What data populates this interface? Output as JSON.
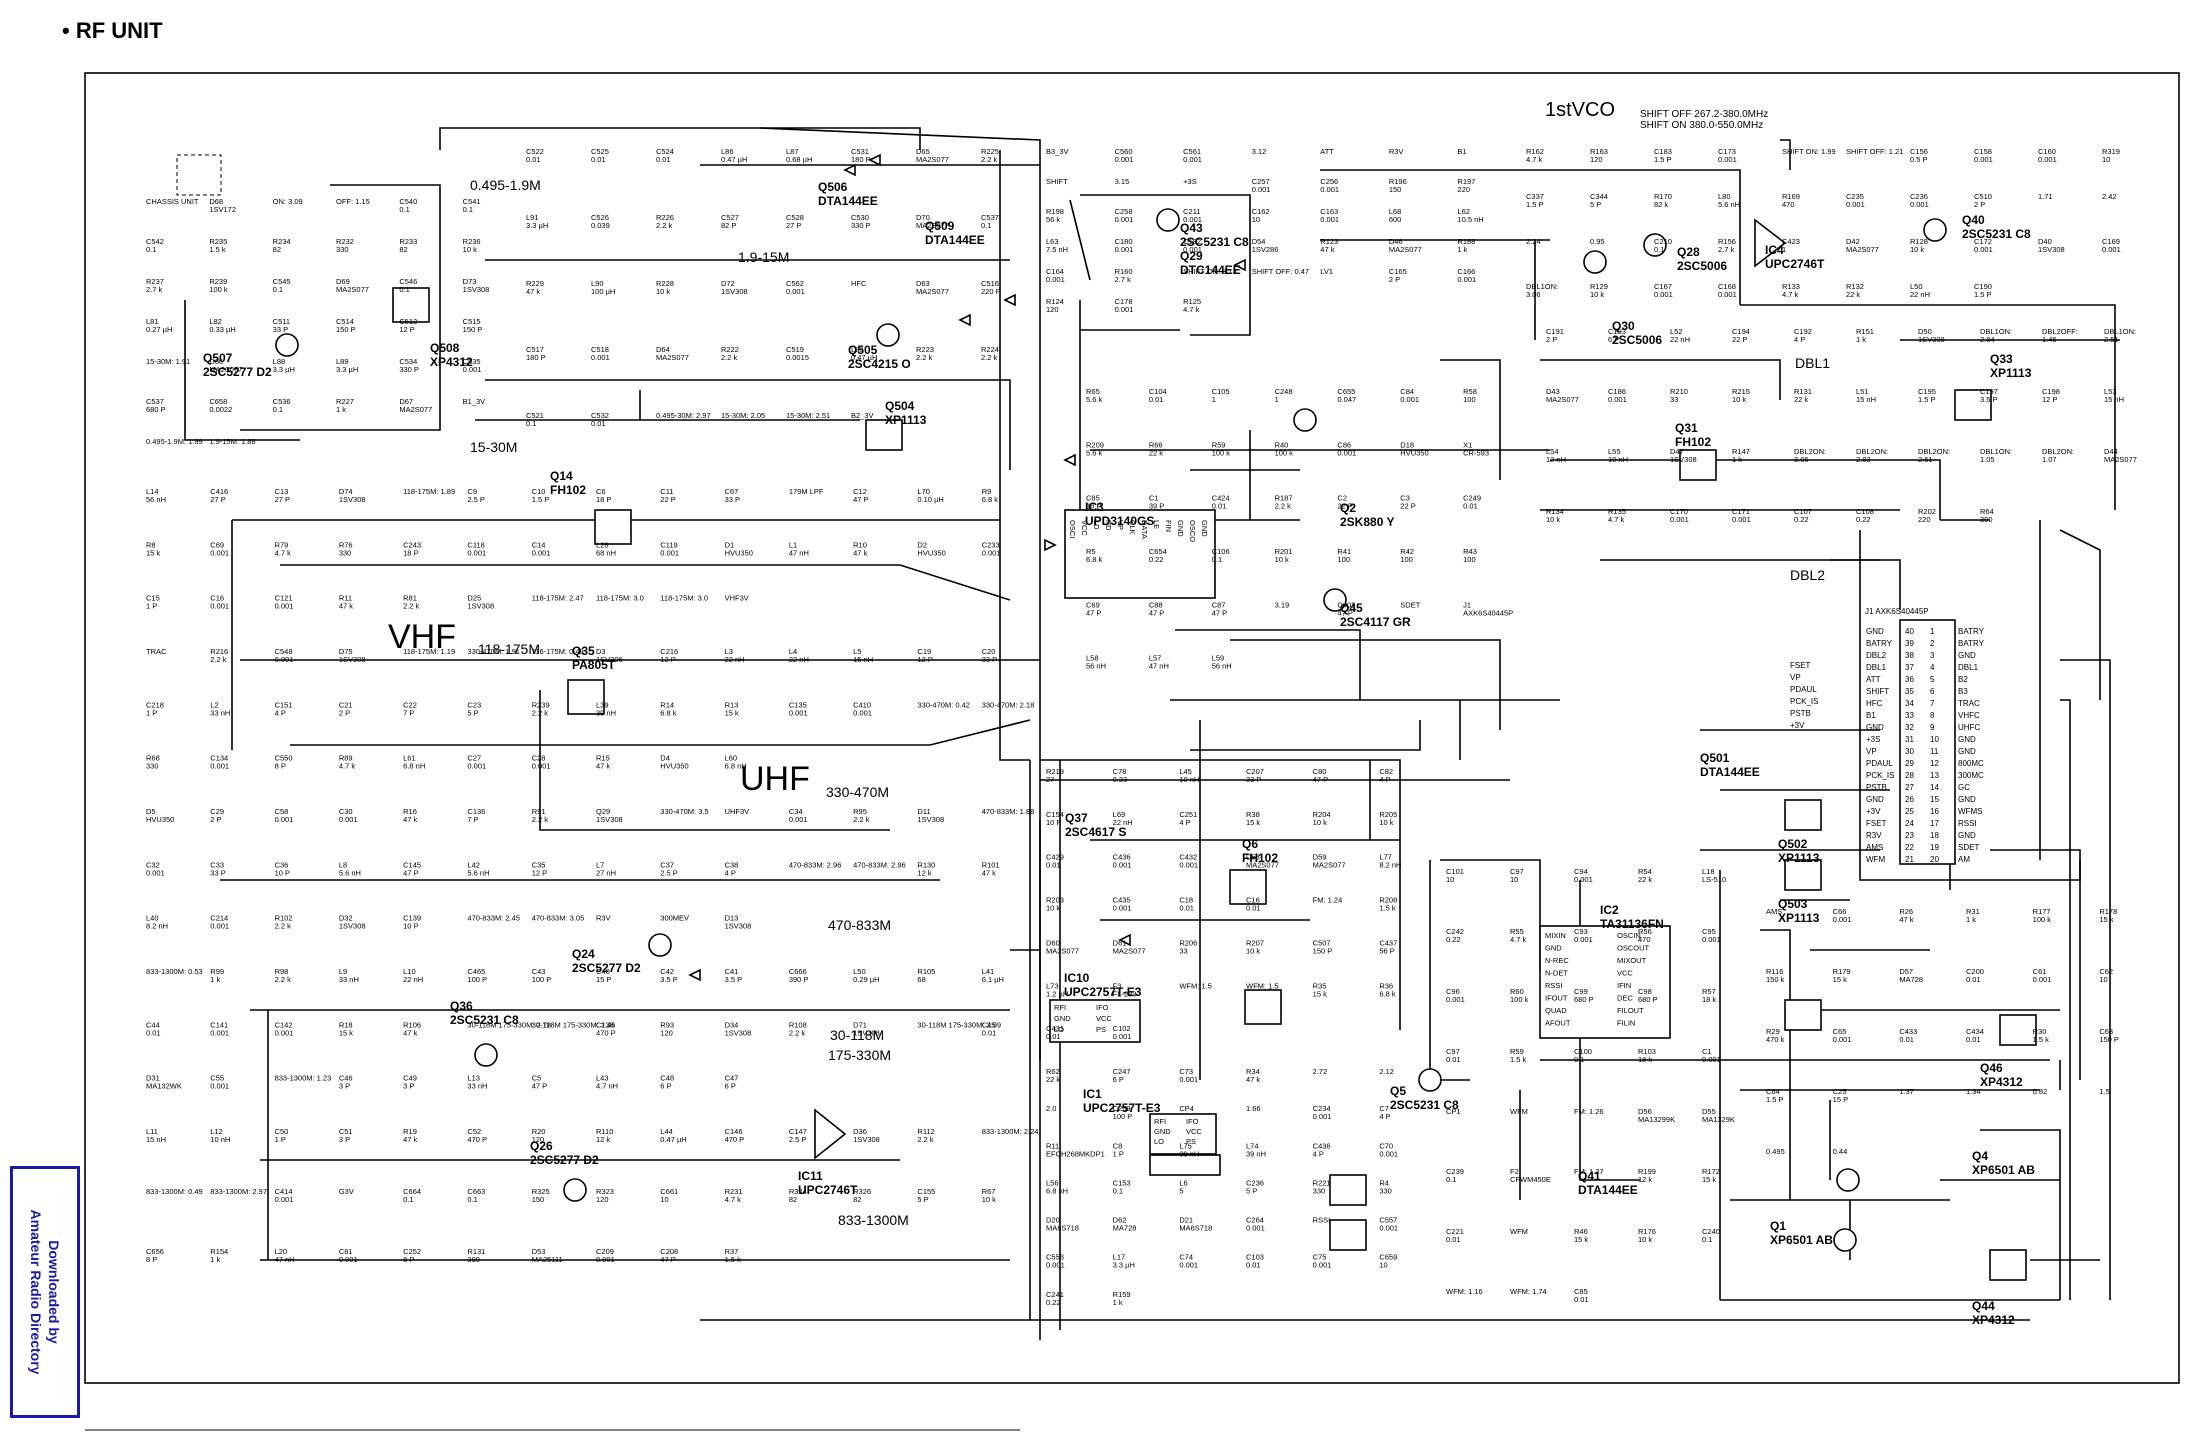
{
  "page": {
    "title": "• RF UNIT",
    "watermark": [
      "Downloaded by",
      "Amateur Radio Directory"
    ]
  },
  "sections": [
    {
      "text": "1stVCO",
      "size": 20
    },
    {
      "text": "SHIFT OFF 267.2-380.0MHz",
      "size": 10
    },
    {
      "text": "SHIFT ON  380.0-550.0MHz",
      "size": 10
    },
    {
      "text": "0.495-1.9M",
      "size": 14
    },
    {
      "text": "1.9-15M",
      "size": 14
    },
    {
      "text": "15-30M",
      "size": 14
    },
    {
      "text": "VHF",
      "size": 34
    },
    {
      "text": "118-175M",
      "size": 14
    },
    {
      "text": "UHF",
      "size": 34
    },
    {
      "text": "330-470M",
      "size": 14
    },
    {
      "text": "470-833M",
      "size": 14
    },
    {
      "text": "30-118M",
      "size": 14
    },
    {
      "text": "175-330M",
      "size": 14
    },
    {
      "text": "833-1300M",
      "size": 14
    },
    {
      "text": "DBL1",
      "size": 14
    },
    {
      "text": "DBL2",
      "size": 14
    }
  ],
  "parts": [
    {
      "ref": "Q507",
      "val": "2SC5277 D2"
    },
    {
      "ref": "Q508",
      "val": "XP4312"
    },
    {
      "ref": "Q506",
      "val": "DTA144EE"
    },
    {
      "ref": "Q509",
      "val": "DTA144EE"
    },
    {
      "ref": "Q505",
      "val": "2SC4215 O"
    },
    {
      "ref": "Q504",
      "val": "XP1113"
    },
    {
      "ref": "Q43",
      "val": "2SC5231 C8"
    },
    {
      "ref": "Q29",
      "val": "DTC144EE"
    },
    {
      "ref": "Q28",
      "val": "2SC5006"
    },
    {
      "ref": "Q30",
      "val": "2SC5006"
    },
    {
      "ref": "IC4",
      "val": "UPC2746T"
    },
    {
      "ref": "Q40",
      "val": "2SC5231 C8"
    },
    {
      "ref": "Q33",
      "val": "XP1113"
    },
    {
      "ref": "Q31",
      "val": "FH102"
    },
    {
      "ref": "IC3",
      "val": "UPD3140GS"
    },
    {
      "ref": "Q2",
      "val": "2SK880 Y"
    },
    {
      "ref": "Q45",
      "val": "2SC4117 GR"
    },
    {
      "ref": "Q14",
      "val": "FH102"
    },
    {
      "ref": "Q35",
      "val": "PA805T"
    },
    {
      "ref": "Q24",
      "val": "2SC5277 D2"
    },
    {
      "ref": "Q36",
      "val": "2SC5231 C8"
    },
    {
      "ref": "Q26",
      "val": "2SC5277 D2"
    },
    {
      "ref": "IC11",
      "val": "UPC2746T"
    },
    {
      "ref": "Q37",
      "val": "2SC4617 S"
    },
    {
      "ref": "Q6",
      "val": "FH102"
    },
    {
      "ref": "IC10",
      "val": "UPC2757T-E3"
    },
    {
      "ref": "IC1",
      "val": "UPC2757T-E3"
    },
    {
      "ref": "Q5",
      "val": "2SC5231 C8"
    },
    {
      "ref": "IC2",
      "val": "TA31136FN"
    },
    {
      "ref": "Q41",
      "val": "DTA144EE"
    },
    {
      "ref": "Q501",
      "val": "DTA144EE"
    },
    {
      "ref": "Q502",
      "val": "XP1113"
    },
    {
      "ref": "Q503",
      "val": "XP1113"
    },
    {
      "ref": "Q46",
      "val": "XP4312"
    },
    {
      "ref": "Q4",
      "val": "XP6501 AB"
    },
    {
      "ref": "Q1",
      "val": "XP6501 AB"
    },
    {
      "ref": "Q44",
      "val": "XP4312"
    }
  ],
  "labels": [
    "CHASSIS UNIT",
    "D68 1SV172",
    "ON: 3.09",
    "OFF: 1.15",
    "C540 0.1",
    "C541 0.1",
    "C542 0.1",
    "R235 1.5 k",
    "R234 82",
    "R232 330",
    "R233 82",
    "R236 10 k",
    "R237 2.7 k",
    "R239 100 k",
    "C545 0.1",
    "D69 MA2S077",
    "C546 0.1",
    "D73 1SV308",
    "L81 0.27 µH",
    "L82 0.33 µH",
    "C511 33 P",
    "C514 150 P",
    "C512 12 P",
    "C515 150 P",
    "15-30M: 1.91",
    "D66 MA2S077",
    "L88 3.3 µH",
    "L89 3.3 µH",
    "C534 330 P",
    "C535 0.001",
    "C537 680 P",
    "C658 0.0022",
    "C536 0.1",
    "R227 1 k",
    "D67 MA2S077",
    "B1_3V",
    "0.495-1.9M: 1.99",
    "1.9-15M: 1.88",
    "C522 0.01",
    "C525 0.01",
    "C524 0.01",
    "L86 0.47 µH",
    "L87 0.68 µH",
    "C531 180 P",
    "D65 MA2S077",
    "R225 2.2 k",
    "L91 3.3 µH",
    "C526 0.039",
    "R226 2.2 k",
    "C527 82 P",
    "C528 27 P",
    "C530 330 P",
    "D70 MA2S077",
    "C537 0.1",
    "R229 47 k",
    "L90 100 µH",
    "R228 10 k",
    "D72 1SV308",
    "C562 0.001",
    "HFC",
    "D63 MA2S077",
    "C516 220 P",
    "C517 180 P",
    "C518 0.001",
    "D64 MA2S077",
    "R222 2.2 k",
    "C519 0.0015",
    "L83 0.47 µH",
    "R223 2.2 k",
    "R224 2.2 k",
    "C521 0.1",
    "C532 0.01",
    "0.495-30M: 2.97",
    "15-30M: 2.05",
    "15-30M: 2.51",
    "B2_3V",
    "B3_3V",
    "C560 0.001",
    "C561 0.001",
    "3.12",
    "ATT",
    "R3V",
    "B1",
    "SHIFT",
    "3.15",
    "+3S",
    "C257 0.001",
    "C256 0.001",
    "R196 150",
    "R197 220",
    "R198 56 k",
    "C258 0.001",
    "C211 0.001",
    "C162 10",
    "C163 0.001",
    "L68 600",
    "L62 10.5 nH",
    "L63 7.5 nH",
    "C180 0.001",
    "C182 0.001",
    "D54 1SV286",
    "R123 47 k",
    "D46 MA2S077",
    "R188 1 k",
    "C164 0.001",
    "R160 2.7 k",
    "SHIFT ON: 3.13",
    "SHIFT OFF: 0.47",
    "LV1",
    "C165 2 P",
    "C166 0.001",
    "R124 120",
    "C178 0.001",
    "R125 4.7 k",
    "R162 4.7 k",
    "R163 120",
    "C183 1.5 P",
    "C173 0.001",
    "SHIFT ON: 1.99",
    "SHIFT OFF: 1.21",
    "C156 0.5 P",
    "C158 0.001",
    "C160 0.001",
    "R319 10",
    "C337 1.5 P",
    "C344 5 P",
    "R170 82 k",
    "L80 5.6 nH",
    "R169 470",
    "C235 0.001",
    "C236 0.001",
    "C510 2 P",
    "1.71",
    "2.42",
    "2.24",
    "0.95",
    "C210 0.1",
    "R156 2.7 k",
    "C423 1",
    "D42 MA2S077",
    "R128 10 k",
    "C172 0.001",
    "D40 1SV308",
    "C169 0.001",
    "DBL1ON: 3.06",
    "R129 10 k",
    "C167 0.001",
    "C168 0.001",
    "R133 4.7 k",
    "R132 22 k",
    "L50 22 nH",
    "C190 1.5 P",
    "C191 2 P",
    "C193 6 P",
    "L52 22 nH",
    "C194 22 P",
    "C192 4 P",
    "R151 1 k",
    "D50 1SV308",
    "DBL1ON: 2.84",
    "DBL2OFF: 1.46",
    "DBL1ON: 2.51",
    "D43 MA2S077",
    "C186 0.001",
    "R210 33",
    "R215 10 k",
    "R131 22 k",
    "L51 15 nH",
    "C195 1.5 P",
    "C197 3.5 P",
    "C198 12 P",
    "L53 15 nH",
    "L54 12 nH",
    "L55 10 nH",
    "D47 1SV308",
    "R147 1 k",
    "DBL2ON: 3.06",
    "DBL2ON: 2.83",
    "DBL2ON: 2.61",
    "DBL1ON: 1.05",
    "DBL2ON: 1.07",
    "D44 MA2S077",
    "R134 10 k",
    "R135 4.7 k",
    "C170 0.001",
    "C171 0.001",
    "C107 0.22",
    "C108 0.22",
    "R202 220",
    "R64 390",
    "R65 5.6 k",
    "C104 0.01",
    "C105 1",
    "C248 1",
    "C655 0.047",
    "C84 0.001",
    "R58 100",
    "R209 5.6 k",
    "R66 22 k",
    "R59 100 k",
    "R40 100 k",
    "C86 0.001",
    "D18 HVU350",
    "X1 CR-593",
    "C85 18 P",
    "C1 39 P",
    "C424 0.01",
    "R187 2.2 k",
    "C2 22 P",
    "C3 22 P",
    "C249 0.01",
    "R5 6.8 k",
    "C654 0.22",
    "C106 0.1",
    "R201 10 k",
    "R41 100",
    "R42 100",
    "R43 100",
    "C69 47 P",
    "C88 47 P",
    "C87 47 P",
    "3.19",
    "C402 47 P",
    "SDET",
    "J1 AXK6S40445P",
    "L58 56 nH",
    "L57 47 nH",
    "L59 56 nH",
    "L14 56 nH",
    "C416 27 P",
    "C13 27 P",
    "D74 1SV308",
    "118-175M: 1.89",
    "C9 2.5 P",
    "C10 1.5 P",
    "C6 18 P",
    "C11 22 P",
    "C67 33 P",
    "179M LPF",
    "C12 47 P",
    "L70 0.10 µH",
    "R9 6.8 k",
    "R8 15 k",
    "C69 0.001",
    "R79 4.7 k",
    "R76 330",
    "C243 18 P",
    "C118 0.001",
    "C14 0.001",
    "L28 68 nH",
    "C119 0.001",
    "D1 HVU350",
    "L1 47 nH",
    "R10 47 k",
    "D2 HVU350",
    "C233 0.001",
    "C15 1 P",
    "C16 0.001",
    "C121 0.001",
    "R11 47 k",
    "R81 2.2 k",
    "D25 1SV308",
    "118-175M: 2.47",
    "118-175M: 3.0",
    "118-175M: 3.0",
    "VHF3V",
    "TRAC",
    "R216 2.2 k",
    "C548 0.001",
    "D75 1SV308",
    "118-175M: 1.19",
    "330-470M: 1.91",
    "116-175M: 0.49",
    "D3 1SV306",
    "C216 12 P",
    "L3 22 nH",
    "L4 22 nH",
    "L5 15 nH",
    "C19 12 P",
    "C20 33 P",
    "C218 1 P",
    "L2 33 nH",
    "C151 4 P",
    "C21 2 P",
    "C22 7 P",
    "C23 5 P",
    "R239 2.2 k",
    "L39 39 nH",
    "R14 6.8 k",
    "R13 15 k",
    "C135 0.001",
    "C410 0.001",
    "330-470M: 0.42",
    "330-470M: 2.18",
    "R68 330",
    "C134 0.001",
    "C550 8 P",
    "R89 4.7 k",
    "L61 6.8 nH",
    "C27 0.001",
    "C28 0.001",
    "R15 47 k",
    "D4 HVU350",
    "L60 6.8 nH",
    "D5 HVU350",
    "C29 2 P",
    "C58 0.001",
    "C30 0.001",
    "R16 47 k",
    "C136 7 P",
    "R91 2.2 k",
    "Q29 1SV308",
    "330-470M: 3.5",
    "UHF3V",
    "C34 0.001",
    "R95 2.2 k",
    "D11 1SV308",
    "470-833M: 1.88",
    "C32 0.001",
    "C33 33 P",
    "C36 10 P",
    "L8 5.6 nH",
    "C145 47 P",
    "L42 5.6 nH",
    "C35 12 P",
    "L7 27 nH",
    "C37 2.5 P",
    "C38 4 P",
    "470-833M: 2.96",
    "470-833M: 2.96",
    "R130 12 k",
    "R101 47 k",
    "L40 8.2 nH",
    "C214 0.001",
    "R102 2.2 k",
    "D32 1SV308",
    "C139 10 P",
    "470-833M: 2.45",
    "470-833M: 3.05",
    "R3V",
    "300MEV",
    "D13 1SV308",
    "833-1300M: 0.53",
    "R99 1 k",
    "R98 2.2 k",
    "L9 33 nH",
    "L10 22 nH",
    "C465 100 P",
    "C43 100 P",
    "C40 15 P",
    "C42 3.5 P",
    "C41 3.5 P",
    "C666 390 P",
    "L50 0.29 µH",
    "R105 68",
    "L41 6.1 µH",
    "C44 0.01",
    "C141 0.001",
    "C142 0.001",
    "R18 15 k",
    "R106 47 k",
    "30-118M 175-330M: 2.78",
    "30-118M 175-330M: 2.46",
    "C138 470 P",
    "R93 120",
    "D34 1SV308",
    "R108 2.2 k",
    "D71 1SV308",
    "30-118M 175-330M: 2.99",
    "C45 0.01",
    "D31 MA132WK",
    "C55 0.001",
    "833-1300M: 1.23",
    "C46 3 P",
    "C49 3 P",
    "L13 33 nH",
    "C5 47 P",
    "L43 4.7 nH",
    "C48 6 P",
    "C47 6 P",
    "L11 15 nH",
    "L12 10 nH",
    "C50 1 P",
    "C51 3 P",
    "R19 47 k",
    "C52 470 P",
    "R20 120",
    "R110 12 k",
    "L44 0.47 µH",
    "C146 470 P",
    "C147 2.5 P",
    "D36 1SV308",
    "R112 2.2 k",
    "833-1300M: 2.24",
    "833-1300M: 0.49",
    "833-1300M: 2.97",
    "C414 0.001",
    "G3V",
    "C664 0.1",
    "C663 0.1",
    "R325 150",
    "R323 120",
    "C661 10",
    "R231 4.7 k",
    "R324 82",
    "R326 82",
    "C155 5 P",
    "R67 10 k",
    "C656 8 P",
    "R154 1 k",
    "L20 47 nH",
    "C81 0.001",
    "C252 8 P",
    "R131 390",
    "D53 MA25111",
    "C209 0.001",
    "C208 47 P",
    "R37 1.5 k",
    "R219 27",
    "C78 0.33",
    "L45 10 nH",
    "C207 33 P",
    "C80 47 P",
    "C82 4 P",
    "C154 10 P",
    "L69 22 nH",
    "C251 4 P",
    "R38 15 k",
    "R204 10 k",
    "R205 10 k",
    "C429 0.01",
    "C436 0.001",
    "C432 0.001",
    "D58 MA2S077",
    "D59 MA2S077",
    "L77 8.2 nH",
    "R203 10 k",
    "C435 0.001",
    "C18 0.01",
    "C16 0.01",
    "FM: 1.24",
    "R208 1.5 k",
    "D60 MA2S077",
    "D61 MA2S077",
    "R206 33",
    "R207 10 k",
    "C507 150 P",
    "C437 56 P",
    "L73 1.2 µH",
    "F3 FL-293",
    "WFM: 1.5",
    "WFM: 1.5",
    "R35 15 k",
    "R36 6.8 k",
    "C431 0.01",
    "C102 0.001",
    "R62 22 k",
    "C247 6 P",
    "C73 0.001",
    "R34 47 k",
    "2.72",
    "2.12",
    "2.0",
    "C259 100 P",
    "CP4",
    "1.66",
    "C234 0.001",
    "C7 4 P",
    "R11 EFCH268MKDP1",
    "C8 1 P",
    "L75 39 nH",
    "L74 39 nH",
    "C436 4 P",
    "C70 0.001",
    "L56 6.8 nH",
    "C153 0.1",
    "L6 5",
    "C236 5 P",
    "R221 330",
    "R4 330",
    "D20 MA6S718",
    "D62 MA728",
    "D21 MA6S718",
    "C264 0.001",
    "RSSI",
    "C557 0.001",
    "C553 0.001",
    "L17 3.3 µH",
    "C74 0.001",
    "C103 0.01",
    "C75 0.001",
    "C659 10",
    "C241 0.22",
    "R159 1 k",
    "C101 10",
    "C97 10",
    "C94 0.001",
    "R54 22 k",
    "L18 LS-510",
    "C242 0.22",
    "R55 4.7 k",
    "C93 0.001",
    "R56 470",
    "C95 0.001",
    "C96 0.001",
    "R60 100 k",
    "C99 680 P",
    "C98 680 P",
    "R57 18 k",
    "C97 0.01",
    "R59 1.5 k",
    "C100 0.1",
    "R103 18 k",
    "C1 0.001",
    "CP1",
    "WFM",
    "FM: 1.26",
    "D56 MA13299K",
    "D55 MA1329K",
    "C239 0.1",
    "F2 CFWM450E",
    "FM: 1.27",
    "R199 12 k",
    "R172 15 k",
    "C221 0.01",
    "WFM",
    "R46 15 k",
    "R176 10 k",
    "C240 0.1",
    "WFM: 1.16",
    "WFM: 1.74",
    "C85 0.01",
    "AMS",
    "C66 0.001",
    "R26 47 k",
    "R31 1 k",
    "R177 100 k",
    "R178 15 k",
    "R116 150 k",
    "R179 15 k",
    "D57 MA728",
    "C200 0.01",
    "C61 0.001",
    "C62 10",
    "R29 470 k",
    "C65 0.001",
    "C433 0.01",
    "C434 0.01",
    "R30 1.5 k",
    "C63 150 P",
    "C64 1.5 P",
    "C25 15 P",
    "1.37",
    "1.34",
    "0.82",
    "1.5",
    "0.495",
    "0.44"
  ],
  "connector": {
    "title": "J1 AXK6S40445P",
    "pins": [
      {
        "n": "1",
        "sig": "BATRY"
      },
      {
        "n": "2",
        "sig": "BATRY"
      },
      {
        "n": "3",
        "sig": "GND"
      },
      {
        "n": "4",
        "sig": "DBL1"
      },
      {
        "n": "5",
        "sig": "B2"
      },
      {
        "n": "6",
        "sig": "B3"
      },
      {
        "n": "7",
        "sig": "TRAC"
      },
      {
        "n": "8",
        "sig": "VHFC"
      },
      {
        "n": "9",
        "sig": "UHFC"
      },
      {
        "n": "10",
        "sig": "GND"
      },
      {
        "n": "11",
        "sig": "GND"
      },
      {
        "n": "12",
        "sig": "800MC"
      },
      {
        "n": "13",
        "sig": "300MC"
      },
      {
        "n": "14",
        "sig": "GC"
      },
      {
        "n": "15",
        "sig": "GND"
      },
      {
        "n": "16",
        "sig": "WFMS"
      },
      {
        "n": "17",
        "sig": "RSSI"
      },
      {
        "n": "18",
        "sig": "GND"
      },
      {
        "n": "19",
        "sig": "SDET"
      },
      {
        "n": "20",
        "sig": "AM"
      }
    ],
    "left": [
      {
        "n": "40",
        "sig": "GND"
      },
      {
        "n": "39",
        "sig": "BATRY"
      },
      {
        "n": "38",
        "sig": "DBL2"
      },
      {
        "n": "37",
        "sig": "DBL1"
      },
      {
        "n": "36",
        "sig": "ATT"
      },
      {
        "n": "35",
        "sig": "SHIFT"
      },
      {
        "n": "34",
        "sig": "HFC"
      },
      {
        "n": "33",
        "sig": "B1"
      },
      {
        "n": "32",
        "sig": "GND"
      },
      {
        "n": "31",
        "sig": "+3S"
      },
      {
        "n": "30",
        "sig": "VP"
      },
      {
        "n": "29",
        "sig": "PDAUL"
      },
      {
        "n": "28",
        "sig": "PCK_IS"
      },
      {
        "n": "27",
        "sig": "PSTB"
      },
      {
        "n": "26",
        "sig": "GND"
      },
      {
        "n": "25",
        "sig": "+3V"
      },
      {
        "n": "24",
        "sig": "FSET"
      },
      {
        "n": "23",
        "sig": "R3V"
      },
      {
        "n": "22",
        "sig": "AMS"
      },
      {
        "n": "21",
        "sig": "WFM"
      }
    ],
    "nets": [
      "FSET",
      "VP",
      "PDAUL",
      "PCK_IS",
      "PSTB",
      "+3V"
    ]
  },
  "ic_pins": {
    "ic2": [
      "MIXIN",
      "GND",
      "N-REC",
      "N-DET",
      "RSSI",
      "IFOUT",
      "QUAD",
      "AFOUT",
      "OSCIN",
      "OSCOUT",
      "MIXOUT",
      "VCC",
      "IFIN",
      "DEC",
      "FILOUT",
      "FILIN"
    ],
    "ic10": [
      "RFI",
      "GND",
      "LO",
      "IFO",
      "VCC",
      "PS"
    ],
    "ic1": [
      "RFI",
      "GND",
      "LO",
      "IFO",
      "VCC",
      "PS"
    ],
    "ic3": [
      "OSCI",
      "VCC",
      "LD",
      "PD",
      "VP",
      "CLK",
      "DATA",
      "LE",
      "FIN",
      "GND",
      "OSCO",
      "GND"
    ]
  }
}
